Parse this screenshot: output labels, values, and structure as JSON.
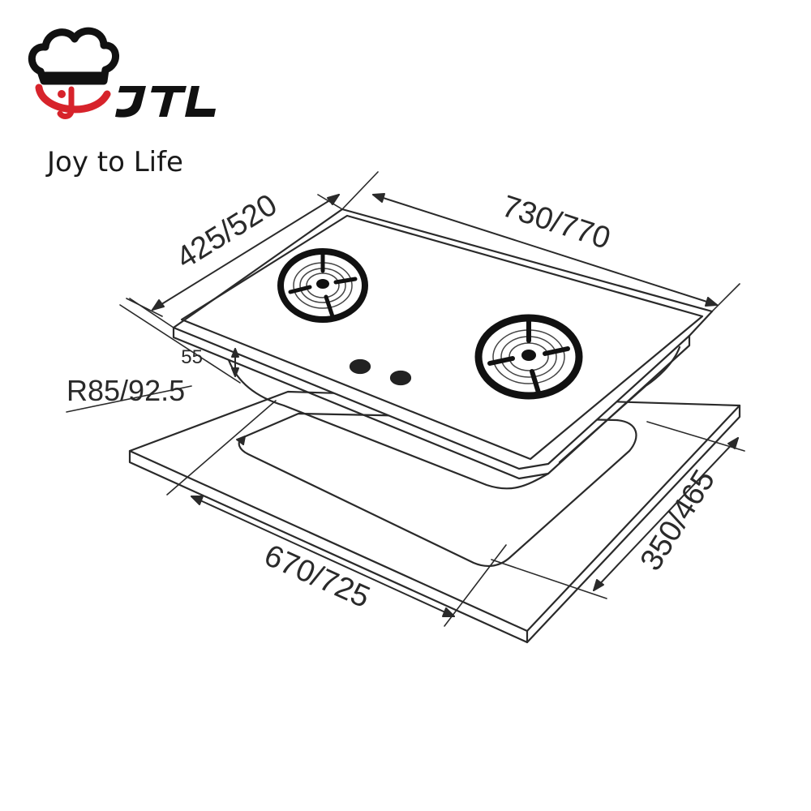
{
  "brand": {
    "logo_text": "JTL",
    "tagline": "Joy to Life",
    "accent_color": "#d7232b",
    "logo_icon": "chef-hat-icon"
  },
  "diagram": {
    "dimensions": {
      "depth": "425/520",
      "width": "730/770",
      "height": "55",
      "radius": "R85/92.5",
      "cutout_width": "670/725",
      "cutout_depth": "350/465"
    },
    "line_color": "#2a2a2a",
    "burner_color": "#111111"
  }
}
